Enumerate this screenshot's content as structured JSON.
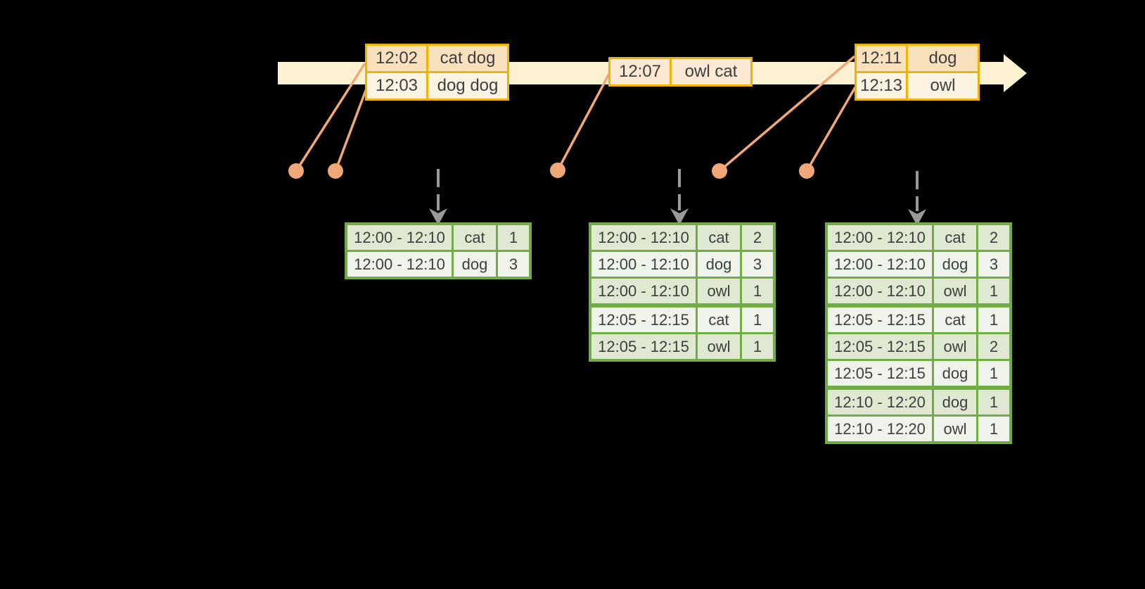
{
  "colors": {
    "background": "#000000",
    "timeline_band": "#FCF2D2",
    "event_table_border": "#F2B200",
    "event_row_dark": "#FAE1BE",
    "event_row_light": "#FDF3E3",
    "result_table_border": "#70AD47",
    "result_row_dark": "#DFE9D2",
    "result_row_light": "#EFF3EA",
    "connector_salmon": "#F0A878",
    "trigger_arrow_gray": "#9A9A9A",
    "text": "#3E3E3E"
  },
  "event_tables": [
    {
      "rows": [
        {
          "time": "12:02",
          "words": "cat dog"
        },
        {
          "time": "12:03",
          "words": "dog dog"
        }
      ]
    },
    {
      "rows": [
        {
          "time": "12:07",
          "words": "owl cat"
        }
      ]
    },
    {
      "rows": [
        {
          "time": "12:11",
          "words": "dog"
        },
        {
          "time": "12:13",
          "words": "owl"
        }
      ]
    }
  ],
  "result_tables": [
    {
      "rows": [
        {
          "window": "12:00 - 12:10",
          "word": "cat",
          "count": "1"
        },
        {
          "window": "12:00 - 12:10",
          "word": "dog",
          "count": "3"
        }
      ]
    },
    {
      "rows": [
        {
          "window": "12:00 - 12:10",
          "word": "cat",
          "count": "2"
        },
        {
          "window": "12:00 - 12:10",
          "word": "dog",
          "count": "3"
        },
        {
          "window": "12:00 - 12:10",
          "word": "owl",
          "count": "1"
        },
        {
          "window": "12:05 - 12:15",
          "word": "cat",
          "count": "1"
        },
        {
          "window": "12:05 - 12:15",
          "word": "owl",
          "count": "1"
        }
      ]
    },
    {
      "rows": [
        {
          "window": "12:00 - 12:10",
          "word": "cat",
          "count": "2"
        },
        {
          "window": "12:00 - 12:10",
          "word": "dog",
          "count": "3"
        },
        {
          "window": "12:00 - 12:10",
          "word": "owl",
          "count": "1"
        },
        {
          "window": "12:05 - 12:15",
          "word": "cat",
          "count": "1"
        },
        {
          "window": "12:05 - 12:15",
          "word": "owl",
          "count": "2"
        },
        {
          "window": "12:05 - 12:15",
          "word": "dog",
          "count": "1"
        },
        {
          "window": "12:10 - 12:20",
          "word": "dog",
          "count": "1"
        },
        {
          "window": "12:10 - 12:20",
          "word": "owl",
          "count": "1"
        }
      ]
    }
  ]
}
